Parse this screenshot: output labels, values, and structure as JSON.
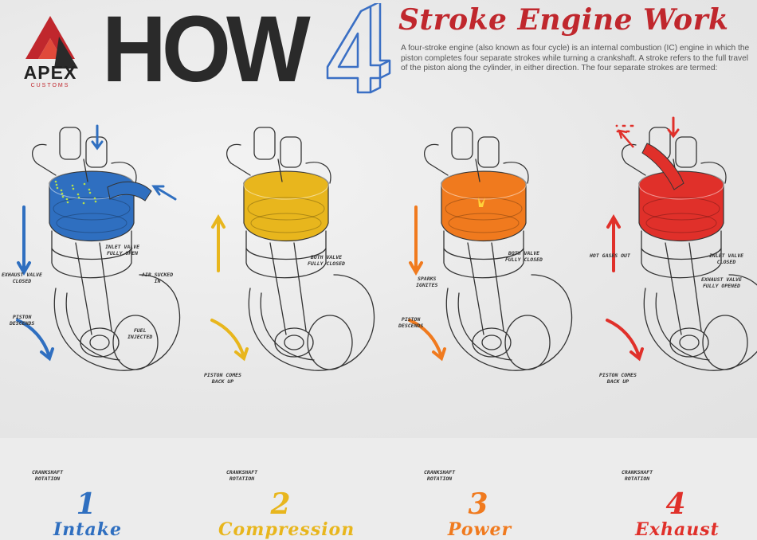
{
  "brand": {
    "name": "APEX",
    "sub": "CUSTOMS"
  },
  "header": {
    "how": "HOW",
    "four": "4",
    "title": "Stroke Engine Work",
    "intro": "A four-stroke engine (also known as four cycle) is an internal combustion (IC) engine in which the piston completes four separate strokes while turning a crankshaft. A stroke refers to the full travel of the piston along the cylinder, in either direction. The four separate strokes are termed:"
  },
  "colors": {
    "intake": "#2f6fc0",
    "compression": "#e8b61d",
    "power": "#f07a1e",
    "exhaust": "#e0302a",
    "accent": "#c0272d",
    "dark": "#2a2a2a"
  },
  "strokes": [
    {
      "number": "1",
      "name": "Intake",
      "color": "#2f6fc0",
      "labels": {
        "exhaust": "Exhaust Valve\nClosed",
        "inlet": "Inlet Valve\nFully Open",
        "air": "Air Sucked\nIn",
        "fuel": "Fuel\nInjected",
        "piston": "Piston\nDescends",
        "crank": "Crankshaft\nRotation"
      }
    },
    {
      "number": "2",
      "name": "Compression",
      "color": "#e8b61d",
      "labels": {
        "valves": "Both Valve\nFully Closed",
        "piston": "Piston Comes\nBack Up",
        "crank": "Crankshaft\nRotation"
      }
    },
    {
      "number": "3",
      "name": "Power",
      "color": "#f07a1e",
      "labels": {
        "valves": "Both Valve\nFully Closed",
        "spark": "Sparks\nIgnites",
        "piston": "Piston\nDescends",
        "crank": "Crankshaft\nRotation"
      }
    },
    {
      "number": "4",
      "name": "Exhaust",
      "color": "#e0302a",
      "labels": {
        "gases": "Hot Gases Out",
        "inlet": "Inlet Valve\nClosed",
        "exhaust": "Exhaust Valve\nFully Opened",
        "piston": "Piston Comes\nBack Up",
        "crank": "Crankshaft\nRotation"
      }
    }
  ]
}
